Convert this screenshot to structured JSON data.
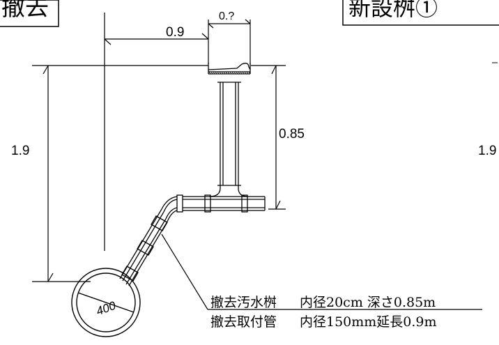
{
  "drawing": {
    "title_left": "撤去",
    "title_right": "新設桝①",
    "dimensions": {
      "top_width": "0.?",
      "horizontal": "0.9",
      "vertical_total_left": "1.9",
      "vertical_depth": "0.85",
      "vertical_total_right": "1.9"
    },
    "pipe_label": "400",
    "notes": [
      {
        "item": "撤去汚水桝",
        "spec": "内径20cm 深さ0.85m"
      },
      {
        "item": "撤去取付管",
        "spec": "内径150mm延長0.9m"
      }
    ]
  }
}
